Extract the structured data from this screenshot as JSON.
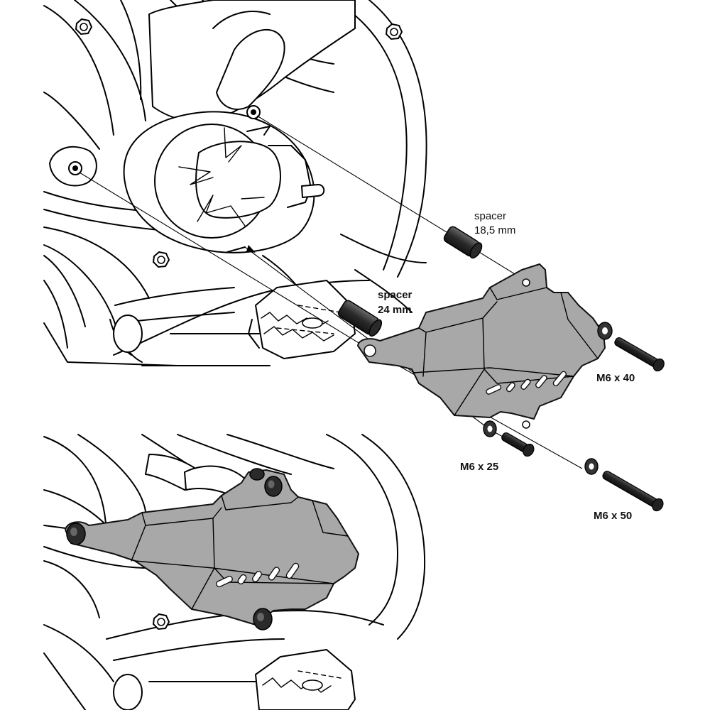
{
  "labels": {
    "spacer_small": {
      "line1": "spacer",
      "line2": "18,5 mm"
    },
    "spacer_large": {
      "line1": "spacer",
      "line2": "24 mm"
    },
    "bolt_m6x40": "M6 x 40",
    "bolt_m6x25": "M6 x 25",
    "bolt_m6x50": "M6 x 50"
  },
  "colors": {
    "plate_fill": "#a8a8a8",
    "line": "#000000",
    "hardware": "#333333",
    "background": "#ffffff"
  },
  "icons": {
    "bolt": "bolt-icon",
    "washer": "washer-icon",
    "spacer": "spacer-icon",
    "nut": "hex-bolt-head-icon"
  }
}
